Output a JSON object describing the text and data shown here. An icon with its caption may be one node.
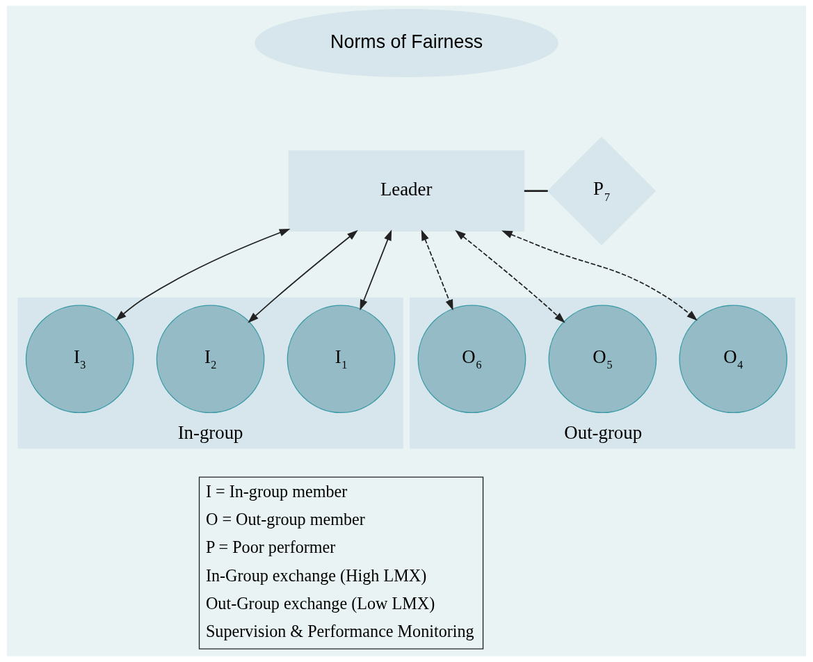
{
  "diagram": {
    "nodes": [
      {
        "text": [
          "Norms of Fairness"
        ]
      },
      {
        "text": [
          "Leader"
        ]
      },
      {
        "text": [
          "P$_{7}$"
        ]
      },
      {
        "text": [
          "In-group"
        ]
      },
      {
        "text": [
          "I$_{1}$"
        ],
        "in": 3
      },
      {
        "text": [
          "I$_{2}$"
        ],
        "in": 3
      },
      {
        "text": [
          "I$_{3}$"
        ],
        "in": 3
      },
      {
        "text": [
          "Out-group"
        ]
      },
      {
        "text": [
          "O$_{4}$"
        ],
        "in": 7
      },
      {
        "text": [
          "O$_{5}$"
        ],
        "in": 7
      },
      {
        "text": [
          "O$_{6}$"
        ],
        "in": 7
      }
    ],
    "edges": [
      {
        "from": 1,
        "to": 2,
        "arrow": "none"
      },
      {
        "from": 1,
        "to": 4,
        "arrow": "both"
      },
      {
        "from": 1,
        "to": 5,
        "arrow": "both"
      },
      {
        "from": 1,
        "to": 6,
        "arrow": "both"
      },
      {
        "from": 1,
        "to": 8,
        "arrow": "both",
        "style": "dashed"
      },
      {
        "from": 1,
        "to": 9,
        "arrow": "both",
        "style": "dashed"
      },
      {
        "from": 1,
        "to": 10,
        "arrow": "both",
        "style": "dashed"
      }
    ],
    "legend": [
      {
        "text": "I = In-group member"
      },
      {
        "text": "O = Out-group member"
      },
      {
        "text": "P = Poor performer"
      },
      {
        "text": "In-Group exchange (High LMX)"
      },
      {
        "text": "Out-Group exchange (Low LMX)"
      },
      {
        "text": "Supervision & Performance Monitoring"
      }
    ]
  }
}
